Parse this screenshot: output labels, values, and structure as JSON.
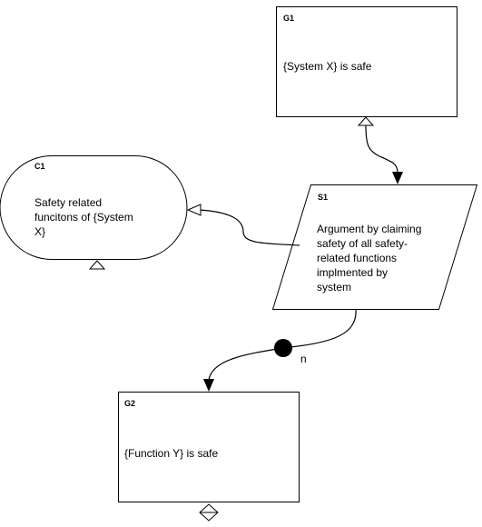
{
  "nodes": {
    "g1": {
      "id": "G1",
      "text": "{System X} is safe"
    },
    "c1": {
      "id": "C1",
      "lines": [
        "Safety related",
        "funcitons of {System",
        "X}"
      ]
    },
    "s1": {
      "id": "S1",
      "lines": [
        "Argument by claiming",
        "safety of all safety-",
        "related functions",
        "implmented by",
        "system"
      ]
    },
    "g2": {
      "id": "G2",
      "text": "{Function Y} is safe"
    }
  },
  "multiplicity_label": "n"
}
